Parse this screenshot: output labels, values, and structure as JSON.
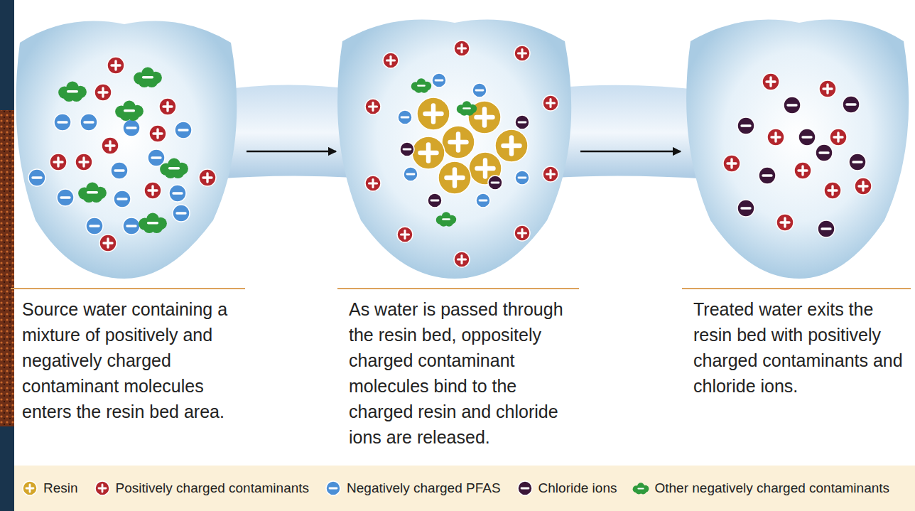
{
  "diagram": {
    "nodes": [
      {
        "text": [
          "Source water containing a mixture of positively and negatively charged contaminant molecules enters the resin bed area."
        ]
      },
      {
        "text": [
          "As water is passed through the resin bed, oppositely charged contaminant molecules bind to the charged resin and chloride ions are released."
        ]
      },
      {
        "text": [
          "Treated water exits the resin bed with positively charged contaminants and chloride ions."
        ]
      }
    ],
    "edges": [
      {
        "from": 0,
        "to": 1,
        "arrow": "to"
      },
      {
        "from": 1,
        "to": 2,
        "arrow": "to"
      }
    ],
    "legend": [
      {
        "text": "Resin",
        "color": "#d4a52a"
      },
      {
        "text": "Positively charged contaminants",
        "color": "#b3262d"
      },
      {
        "text": "Negatively charged PFAS",
        "color": "#4b8fd6"
      },
      {
        "text": "Chloride ions",
        "color": "#3b1638"
      },
      {
        "text": "Other negatively charged contaminants",
        "color": "#2f9a3c"
      }
    ]
  }
}
